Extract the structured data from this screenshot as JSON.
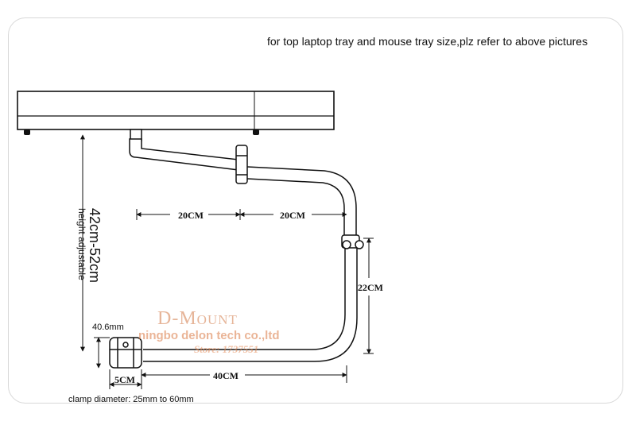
{
  "caption": "for top laptop tray and mouse tray size,plz refer to above pictures",
  "dimensions": {
    "arm_segment_1": "20CM",
    "arm_segment_2": "20CM",
    "pole_height": "22CM",
    "base_length": "40CM",
    "clamp_width": "5CM",
    "overall_height": "42cm-52cm"
  },
  "labels": {
    "height_adjustable": "height adjustable",
    "clamp_size": "40.6mm",
    "clamp_diameter": "clamp diameter: 25mm to 60mm"
  },
  "watermark": {
    "brand": "D-Mount",
    "company": "ningbo delon tech co.,ltd",
    "store": "Store: 1737551"
  }
}
